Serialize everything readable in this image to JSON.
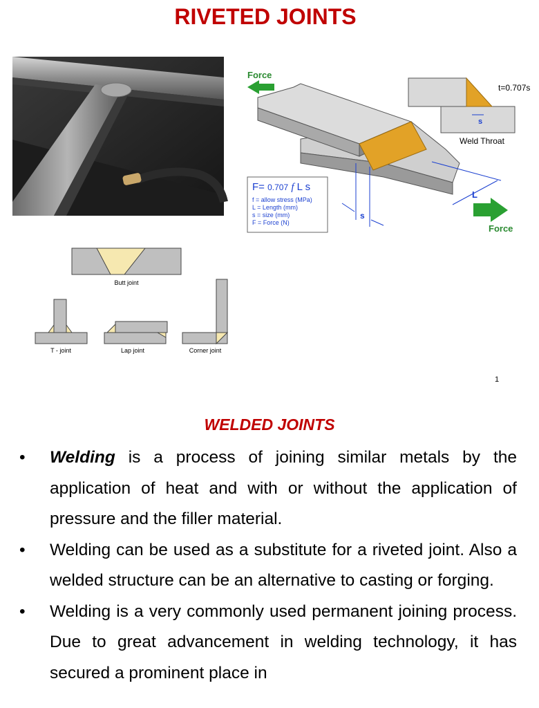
{
  "slide": {
    "title": "RIVETED JOINTS",
    "page_number": "1"
  },
  "fillet_diagram": {
    "force_top": "Force",
    "force_bottom": "Force",
    "throat_label": "t=0.707s",
    "size_small_label": "s",
    "weld_throat": "Weld Throat",
    "length_label": "L",
    "size_label": "s",
    "formula": {
      "lead": "F=",
      "value": "0.707",
      "f": "f",
      "rest": "L s",
      "legend": [
        "f = allow stress (MPa)",
        "L = Length (mm)",
        "s = size (mm)",
        "F = Force (N)"
      ]
    }
  },
  "joint_types": {
    "butt": "Butt joint",
    "t": "T - joint",
    "lap": "Lap joint",
    "corner": "Corner joint"
  },
  "section": {
    "heading": "WELDED JOINTS",
    "bullets": [
      {
        "bold": "Welding",
        "text": " is a process of joining similar metals by the application of heat and with or without the application of pressure and the filler material."
      },
      {
        "bold": "",
        "text": "Welding can be used as a substitute for a riveted joint. Also a welded structure can be an alternative to casting or forging."
      },
      {
        "bold": "",
        "text": "Welding is a very commonly used permanent joining process. Due to great advancement in welding technology, it has secured a prominent place in"
      }
    ]
  },
  "colors": {
    "title": "#c00000",
    "weld": "#e2a227",
    "force_arrow": "#2aa032",
    "dimension": "#1a3fd0"
  }
}
